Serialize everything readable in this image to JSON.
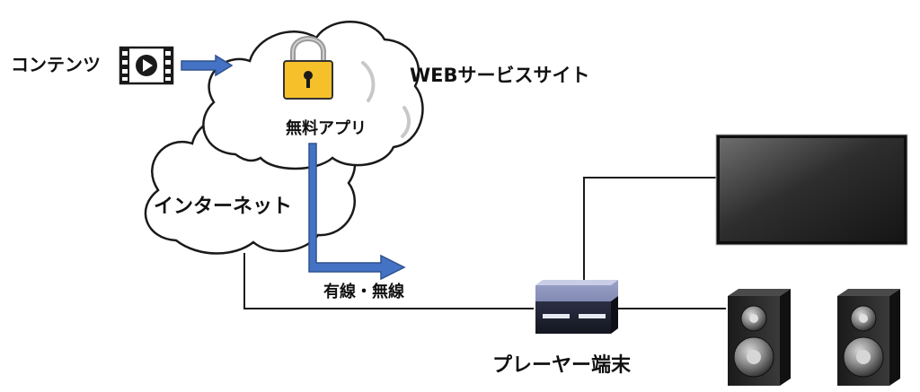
{
  "labels": {
    "content": "コンテンツ",
    "web_service_site": "WEBサービスサイト",
    "free_app": "無料アプリ",
    "internet": "インターネット",
    "connection": "有線・無線",
    "player_terminal": "プレーヤー端末"
  },
  "icons": {
    "content": "film-play-icon",
    "lock": "padlock-icon",
    "display": "monitor-icon",
    "player": "player-device-icon",
    "speaker_left": "speaker-icon",
    "speaker_right": "speaker-icon"
  },
  "colors": {
    "arrow": "#4472c4",
    "arrow_stroke": "#2f528f",
    "lock_body": "#f5c02a",
    "cloud_stroke": "#1a1a1a",
    "line": "#1a1a1a"
  }
}
